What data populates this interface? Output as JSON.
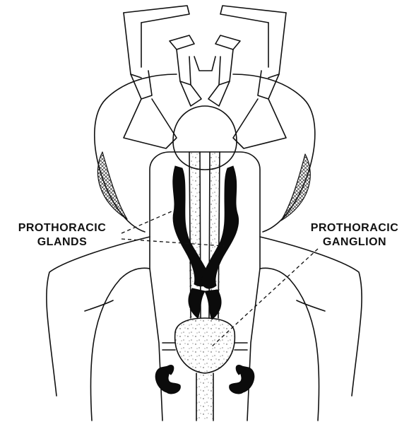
{
  "labels": {
    "prothoracic_glands": [
      "PROTHORACIC",
      "GLANDS"
    ],
    "prothoracic_ganglion": [
      "PROTHORACIC",
      "GANGLION"
    ]
  },
  "colors": {
    "ink": "#111111",
    "paper": "#ffffff"
  }
}
